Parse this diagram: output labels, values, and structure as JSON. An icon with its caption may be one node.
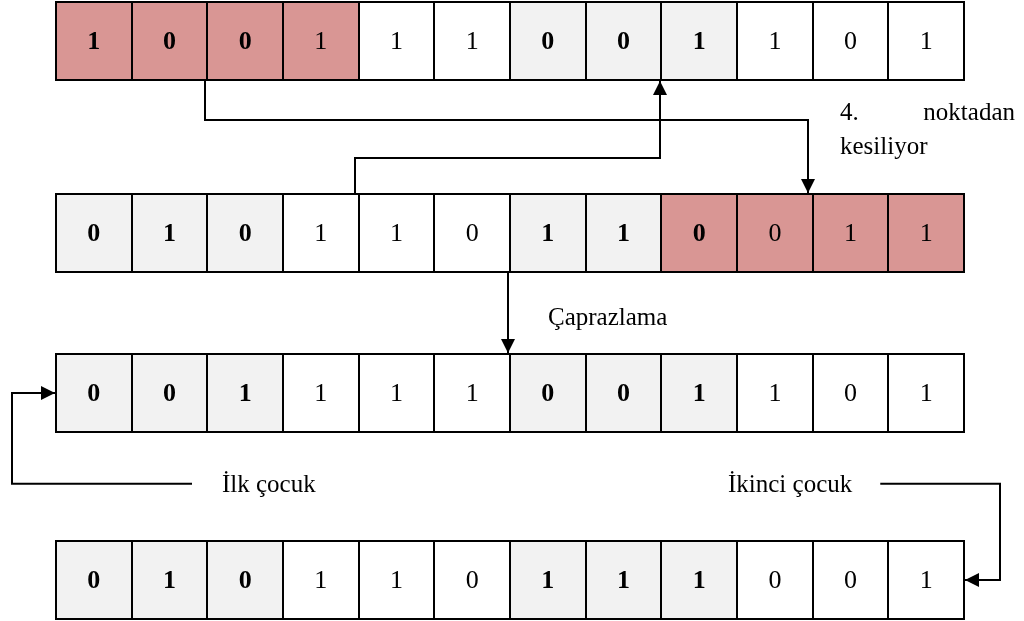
{
  "diagram": {
    "nodes": [
      {
        "text": [],
        "shape": "bar"
      },
      {
        "text": [
          "1"
        ],
        "in": 0
      },
      {
        "text": [
          "0"
        ],
        "in": 0
      },
      {
        "text": [
          "0"
        ],
        "in": 0
      },
      {
        "text": [
          "1"
        ],
        "in": 0
      },
      {
        "text": [
          "1"
        ],
        "in": 0
      },
      {
        "text": [
          "1"
        ],
        "in": 0
      },
      {
        "text": [
          "0"
        ],
        "in": 0
      },
      {
        "text": [
          "0"
        ],
        "in": 0
      },
      {
        "text": [
          "1"
        ],
        "in": 0
      },
      {
        "text": [
          "1"
        ],
        "in": 0
      },
      {
        "text": [
          "0"
        ],
        "in": 0
      },
      {
        "text": [
          "1"
        ],
        "in": 0
      },
      {
        "text": [],
        "shape": "bar"
      },
      {
        "text": [
          "0"
        ],
        "in": 13
      },
      {
        "text": [
          "1"
        ],
        "in": 13
      },
      {
        "text": [
          "0"
        ],
        "in": 13
      },
      {
        "text": [
          "1"
        ],
        "in": 13
      },
      {
        "text": [
          "1"
        ],
        "in": 13
      },
      {
        "text": [
          "0"
        ],
        "in": 13
      },
      {
        "text": [
          "1"
        ],
        "in": 13
      },
      {
        "text": [
          "1"
        ],
        "in": 13
      },
      {
        "text": [
          "0"
        ],
        "in": 13
      },
      {
        "text": [
          "0"
        ],
        "in": 13
      },
      {
        "text": [
          "1"
        ],
        "in": 13
      },
      {
        "text": [
          "1"
        ],
        "in": 13
      },
      {
        "text": [],
        "shape": "bar"
      },
      {
        "text": [
          "0"
        ],
        "in": 26
      },
      {
        "text": [
          "0"
        ],
        "in": 26
      },
      {
        "text": [
          "1"
        ],
        "in": 26
      },
      {
        "text": [
          "1"
        ],
        "in": 26
      },
      {
        "text": [
          "1"
        ],
        "in": 26
      },
      {
        "text": [
          "1"
        ],
        "in": 26
      },
      {
        "text": [
          "0"
        ],
        "in": 26
      },
      {
        "text": [
          "0"
        ],
        "in": 26
      },
      {
        "text": [
          "1"
        ],
        "in": 26
      },
      {
        "text": [
          "1"
        ],
        "in": 26
      },
      {
        "text": [
          "0"
        ],
        "in": 26
      },
      {
        "text": [
          "1"
        ],
        "in": 26
      },
      {
        "text": [
          "İlk çocuk"
        ]
      },
      {
        "text": [
          "İkinci çocuk"
        ]
      },
      {
        "text": [],
        "shape": "bar"
      },
      {
        "text": [
          "0"
        ],
        "in": 41
      },
      {
        "text": [
          "1"
        ],
        "in": 41
      },
      {
        "text": [
          "0"
        ],
        "in": 41
      },
      {
        "text": [
          "1"
        ],
        "in": 41
      },
      {
        "text": [
          "1"
        ],
        "in": 41
      },
      {
        "text": [
          "0"
        ],
        "in": 41
      },
      {
        "text": [
          "1"
        ],
        "in": 41
      },
      {
        "text": [
          "1"
        ],
        "in": 41
      },
      {
        "text": [
          "1"
        ],
        "in": 41
      },
      {
        "text": [
          "0"
        ],
        "in": 41
      },
      {
        "text": [
          "0"
        ],
        "in": 41
      },
      {
        "text": [
          "1"
        ],
        "in": 41
      }
    ],
    "edges": [
      {
        "from": 0,
        "to": 13,
        "arrow": "to",
        "label": "4. noktadan kesiliyor"
      },
      {
        "from": 13,
        "to": 0,
        "arrow": "to"
      },
      {
        "from": 13,
        "to": 26,
        "arrow": "to",
        "label": "Çaprazlama"
      },
      {
        "from": 39,
        "to": 26,
        "arrow": "to"
      },
      {
        "from": 40,
        "to": 41,
        "arrow": "to"
      }
    ]
  }
}
